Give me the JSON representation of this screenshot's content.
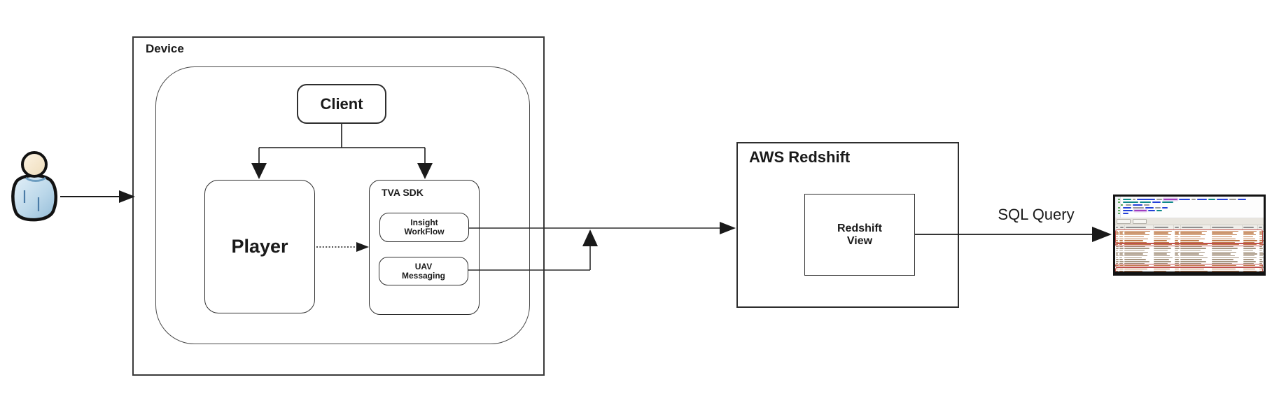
{
  "diagram": {
    "actor": {
      "name": "user"
    },
    "device": {
      "label": "Device"
    },
    "client": {
      "label": "Client"
    },
    "player": {
      "label": "Player"
    },
    "tva_sdk": {
      "label": "TVA SDK"
    },
    "insight_workflow": {
      "label": "Insight\nWorkFlow"
    },
    "uav_messaging": {
      "label": "UAV\nMessaging"
    },
    "aws_redshift": {
      "label": "AWS Redshift"
    },
    "redshift_view": {
      "label": "Redshift\nView"
    },
    "sql_query": {
      "label": "SQL Query"
    }
  },
  "colors": {
    "line": "#1a1a1a",
    "box_border": "#2e2e2e",
    "highlight_outline": "#c0504d",
    "code_blue": "#2440d8",
    "code_teal": "#0e8a8a",
    "code_gray": "#9a9a9a",
    "code_purple": "#a03cc0",
    "code_purple_bg": "#e3d1f0",
    "code_green": "#3f9b3f",
    "row_text": "#a79682",
    "row_text_highlight": "#bf7b4a"
  },
  "screenshot": {
    "description": "query-results-screenshot",
    "code_lines": [
      {
        "indent": 2,
        "segs": [
          [
            12,
            "teal"
          ],
          [
            4,
            "gray"
          ],
          [
            26,
            "blue"
          ],
          [
            8,
            "gray"
          ],
          [
            20,
            "purple"
          ],
          [
            16,
            "blue"
          ],
          [
            6,
            "gray"
          ],
          [
            14,
            "blue"
          ],
          [
            10,
            "teal"
          ],
          [
            16,
            "blue"
          ],
          [
            10,
            "gray"
          ],
          [
            12,
            "blue"
          ]
        ]
      },
      {
        "indent": 2,
        "segs": [
          [
            22,
            "teal"
          ],
          [
            16,
            "teal"
          ],
          [
            12,
            "blue"
          ],
          [
            16,
            "teal"
          ]
        ]
      },
      {
        "indent": 6,
        "segs": [
          [
            8,
            "gray"
          ],
          [
            14,
            "blue"
          ],
          [
            8,
            "gray"
          ]
        ]
      },
      {
        "indent": 2,
        "segs": [
          [
            12,
            "blue"
          ],
          [
            16,
            "gray"
          ],
          [
            12,
            "blue"
          ],
          [
            8,
            "gray"
          ],
          [
            8,
            "blue"
          ]
        ]
      },
      {
        "indent": 2,
        "segs": [
          [
            14,
            "blue"
          ],
          [
            18,
            "purple"
          ],
          [
            10,
            "blue"
          ],
          [
            8,
            "teal"
          ]
        ]
      },
      {
        "indent": 2,
        "segs": [
          [
            8,
            "blue"
          ]
        ]
      }
    ],
    "table": {
      "column_fr": [
        4,
        6,
        34,
        24,
        7,
        36,
        37,
        18,
        6
      ],
      "row_count": 24,
      "highlight_groups": [
        {
          "from": 0,
          "to": 6
        },
        {
          "from": 7,
          "to": 7
        },
        {
          "from": 18,
          "to": 18
        },
        {
          "from": 20,
          "to": 21
        }
      ]
    }
  }
}
